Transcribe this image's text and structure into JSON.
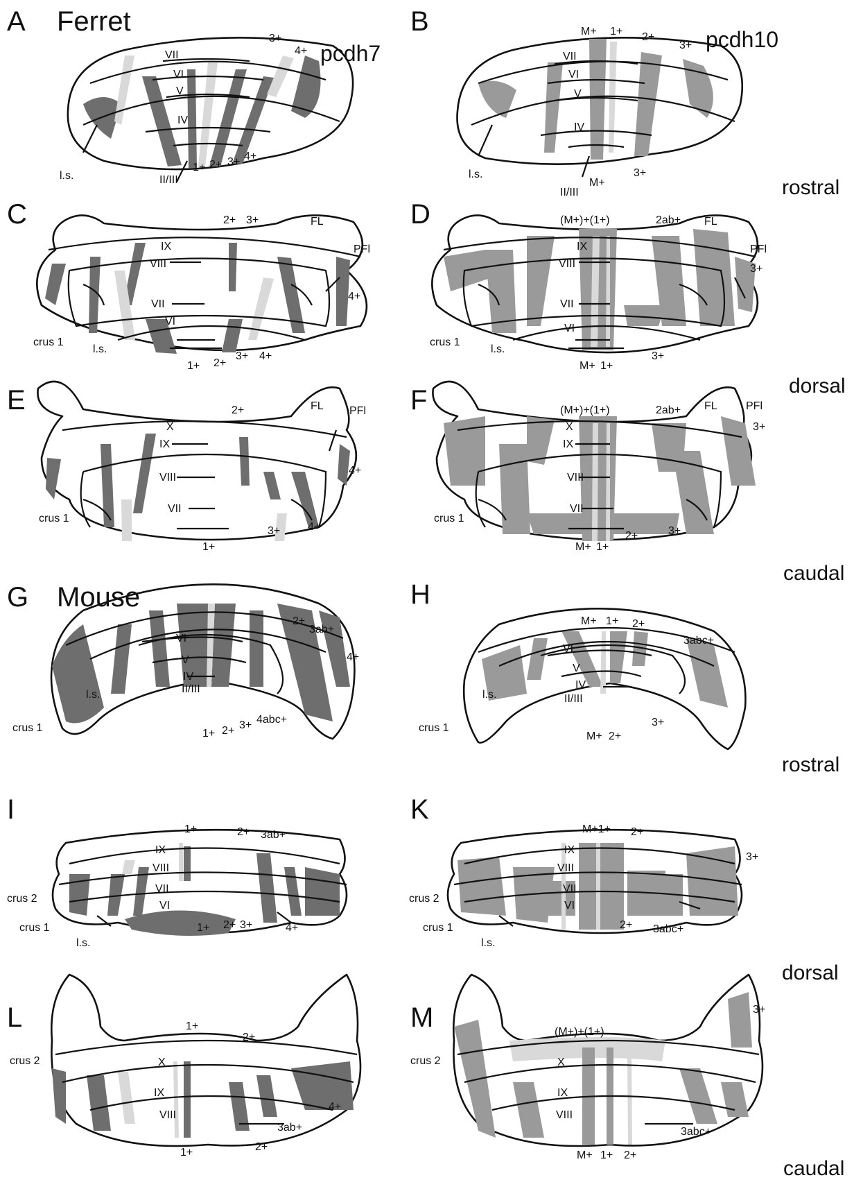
{
  "panels": {
    "A": {
      "letter": "A",
      "species": "Ferret",
      "gene": "pcdh7",
      "lobules": [
        "VII",
        "VI",
        "V",
        "IV",
        "II/III"
      ],
      "stripes_top": [
        "3+",
        "4+"
      ],
      "stripes_bottom": [
        "1+",
        "2+",
        "3+",
        "4+"
      ],
      "ls": "l.s."
    },
    "B": {
      "letter": "B",
      "gene": "pcdh10",
      "view": "rostral",
      "lobules": [
        "VII",
        "VI",
        "V",
        "IV",
        "II/III"
      ],
      "stripes_top": [
        "M+",
        "1+",
        "2+",
        "3+"
      ],
      "stripes_bottom": [
        "M+",
        "3+"
      ],
      "ls": "l.s."
    },
    "C": {
      "letter": "C",
      "lobules": [
        "IX",
        "VIII",
        "VII",
        "VI"
      ],
      "stripes_top": [
        "2+",
        "3+"
      ],
      "right": [
        "4+"
      ],
      "stripes_bottom": [
        "1+",
        "2+",
        "3+",
        "4+"
      ],
      "fl": "FL",
      "pfl": "PFl",
      "crus1": "crus 1",
      "ls": "l.s."
    },
    "D": {
      "letter": "D",
      "view": "dorsal",
      "lobules": [
        "IX",
        "VIII",
        "VII",
        "VI"
      ],
      "stripes_top": [
        "(M+)+(1+)",
        "2ab+"
      ],
      "right": [
        "3+"
      ],
      "stripes_bottom": [
        "M+",
        "1+",
        "3+"
      ],
      "fl": "FL",
      "pfl": "PFl",
      "crus1": "crus 1",
      "ls": "l.s."
    },
    "E": {
      "letter": "E",
      "lobules": [
        "X",
        "IX",
        "VIII",
        "VII"
      ],
      "stripes_top": [
        "2+"
      ],
      "right": [
        "4+"
      ],
      "stripes_bottom": [
        "1+",
        "3+",
        "4+"
      ],
      "fl": "FL",
      "pfl": "PFl",
      "crus1": "crus 1"
    },
    "F": {
      "letter": "F",
      "view": "caudal",
      "lobules": [
        "X",
        "IX",
        "VIII",
        "VII"
      ],
      "stripes_top": [
        "(M+)+(1+)",
        "2ab+"
      ],
      "right": [
        "3+"
      ],
      "stripes_bottom": [
        "M+",
        "1+",
        "2+",
        "3+"
      ],
      "fl": "FL",
      "pfl": "PFl",
      "crus1": "crus 1"
    },
    "G": {
      "letter": "G",
      "species": "Mouse",
      "lobules": [
        "VI",
        "V",
        "IV",
        "II/III"
      ],
      "stripes_top": [
        "2+",
        "3ab+",
        "4+"
      ],
      "stripes_bottom": [
        "1+",
        "2+",
        "3+",
        "4abc+"
      ],
      "crus1": "crus 1",
      "ls": "l.s."
    },
    "H": {
      "letter": "H",
      "view": "rostral",
      "lobules": [
        "VI",
        "V",
        "IV",
        "II/III"
      ],
      "stripes_top": [
        "M+",
        "1+",
        "2+",
        "3abc+"
      ],
      "stripes_bottom": [
        "M+",
        "2+",
        "3+"
      ],
      "crus1": "crus 1",
      "ls": "l.s."
    },
    "I": {
      "letter": "I",
      "lobules": [
        "IX",
        "VIII",
        "VII",
        "VI"
      ],
      "stripes_top": [
        "1+",
        "2+",
        "3ab+"
      ],
      "stripes_bottom": [
        "1+",
        "2+",
        "3+",
        "4+"
      ],
      "crus2": "crus 2",
      "crus1": "crus 1",
      "ls": "l.s."
    },
    "K": {
      "letter": "K",
      "view": "dorsal",
      "lobules": [
        "IX",
        "VIII",
        "VII",
        "VI"
      ],
      "stripes_top": [
        "M+1+",
        "2+",
        "3+"
      ],
      "stripes_bottom": [
        "2+",
        "3abc+"
      ],
      "crus2": "crus 2",
      "crus1": "crus 1",
      "ls": "l.s."
    },
    "L": {
      "letter": "L",
      "lobules": [
        "X",
        "IX",
        "VIII"
      ],
      "stripes_top": [
        "1+",
        "2+"
      ],
      "right": [
        "4+",
        "3ab+"
      ],
      "stripes_bottom": [
        "1+",
        "2+"
      ],
      "crus2": "crus 2"
    },
    "M": {
      "letter": "M",
      "view": "caudal",
      "lobules": [
        "X",
        "IX",
        "VIII"
      ],
      "stripes_top": [
        "(M+)+(1+)"
      ],
      "right": [
        "3+",
        "3abc+"
      ],
      "stripes_bottom": [
        "M+",
        "1+",
        "2+"
      ],
      "crus2": "crus 2"
    }
  }
}
